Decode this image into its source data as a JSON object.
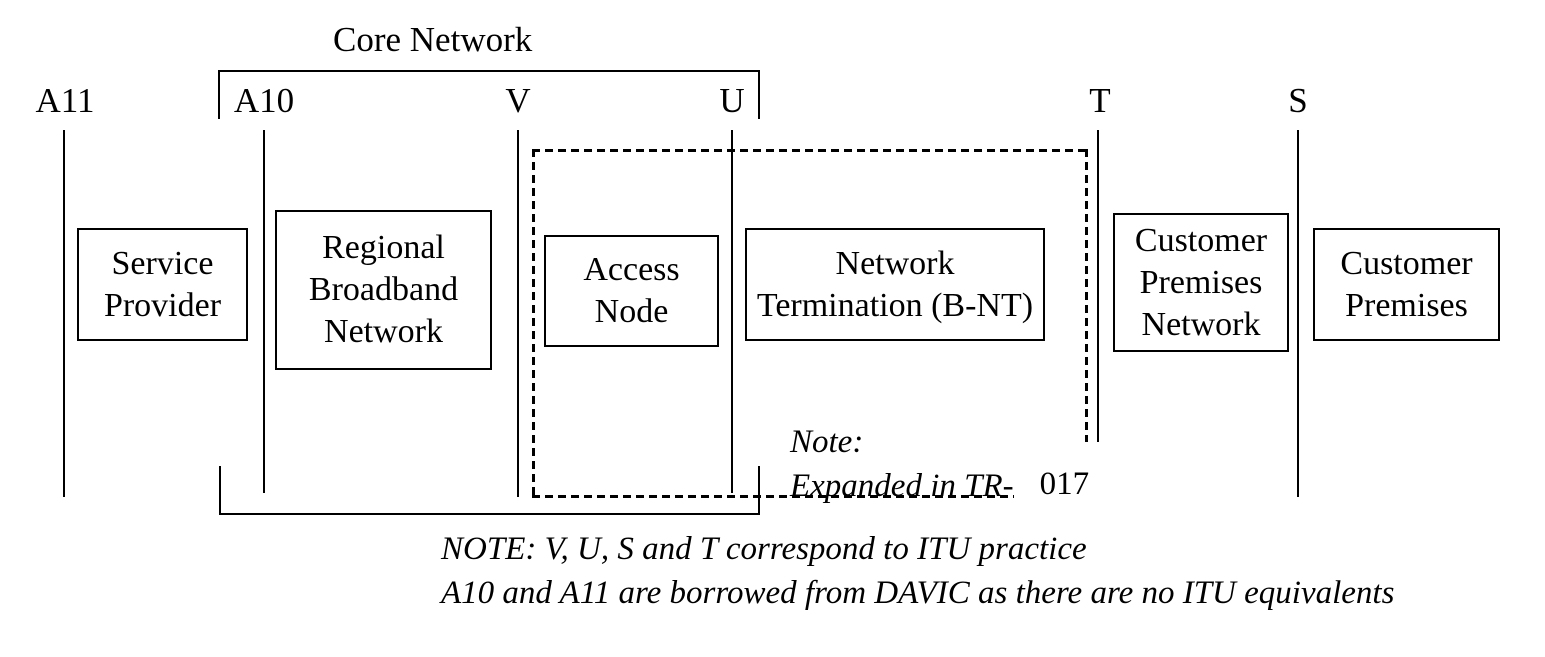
{
  "diagram": {
    "core_network": {
      "label": "Core Network"
    },
    "reference_points": [
      {
        "id": "a11",
        "label": "A11"
      },
      {
        "id": "a10",
        "label": "A10"
      },
      {
        "id": "v",
        "label": "V"
      },
      {
        "id": "u",
        "label": "U"
      },
      {
        "id": "t",
        "label": "T"
      },
      {
        "id": "s",
        "label": "S"
      }
    ],
    "boxes": [
      {
        "id": "service-provider",
        "label": "Service\nProvider"
      },
      {
        "id": "regional-broadband-network",
        "label": "Regional\nBroadband\nNetwork"
      },
      {
        "id": "access-node",
        "label": "Access\nNode"
      },
      {
        "id": "network-termination",
        "label": "Network\nTermination (B-NT)"
      },
      {
        "id": "customer-premises-network",
        "label": "Customer\nPremises\nNetwork"
      },
      {
        "id": "customer-premises",
        "label": "Customer\nPremises"
      }
    ],
    "expansion_note": {
      "heading": "Note:",
      "body_italic": "Expanded in TR-",
      "body_number": "017"
    },
    "footnote": {
      "line1": "NOTE: V, U, S and T correspond to ITU practice",
      "line2": "A10 and A11 are borrowed from DAVIC as there are no ITU equivalents"
    },
    "colors": {
      "ink": "#000000",
      "background": "#ffffff"
    }
  }
}
